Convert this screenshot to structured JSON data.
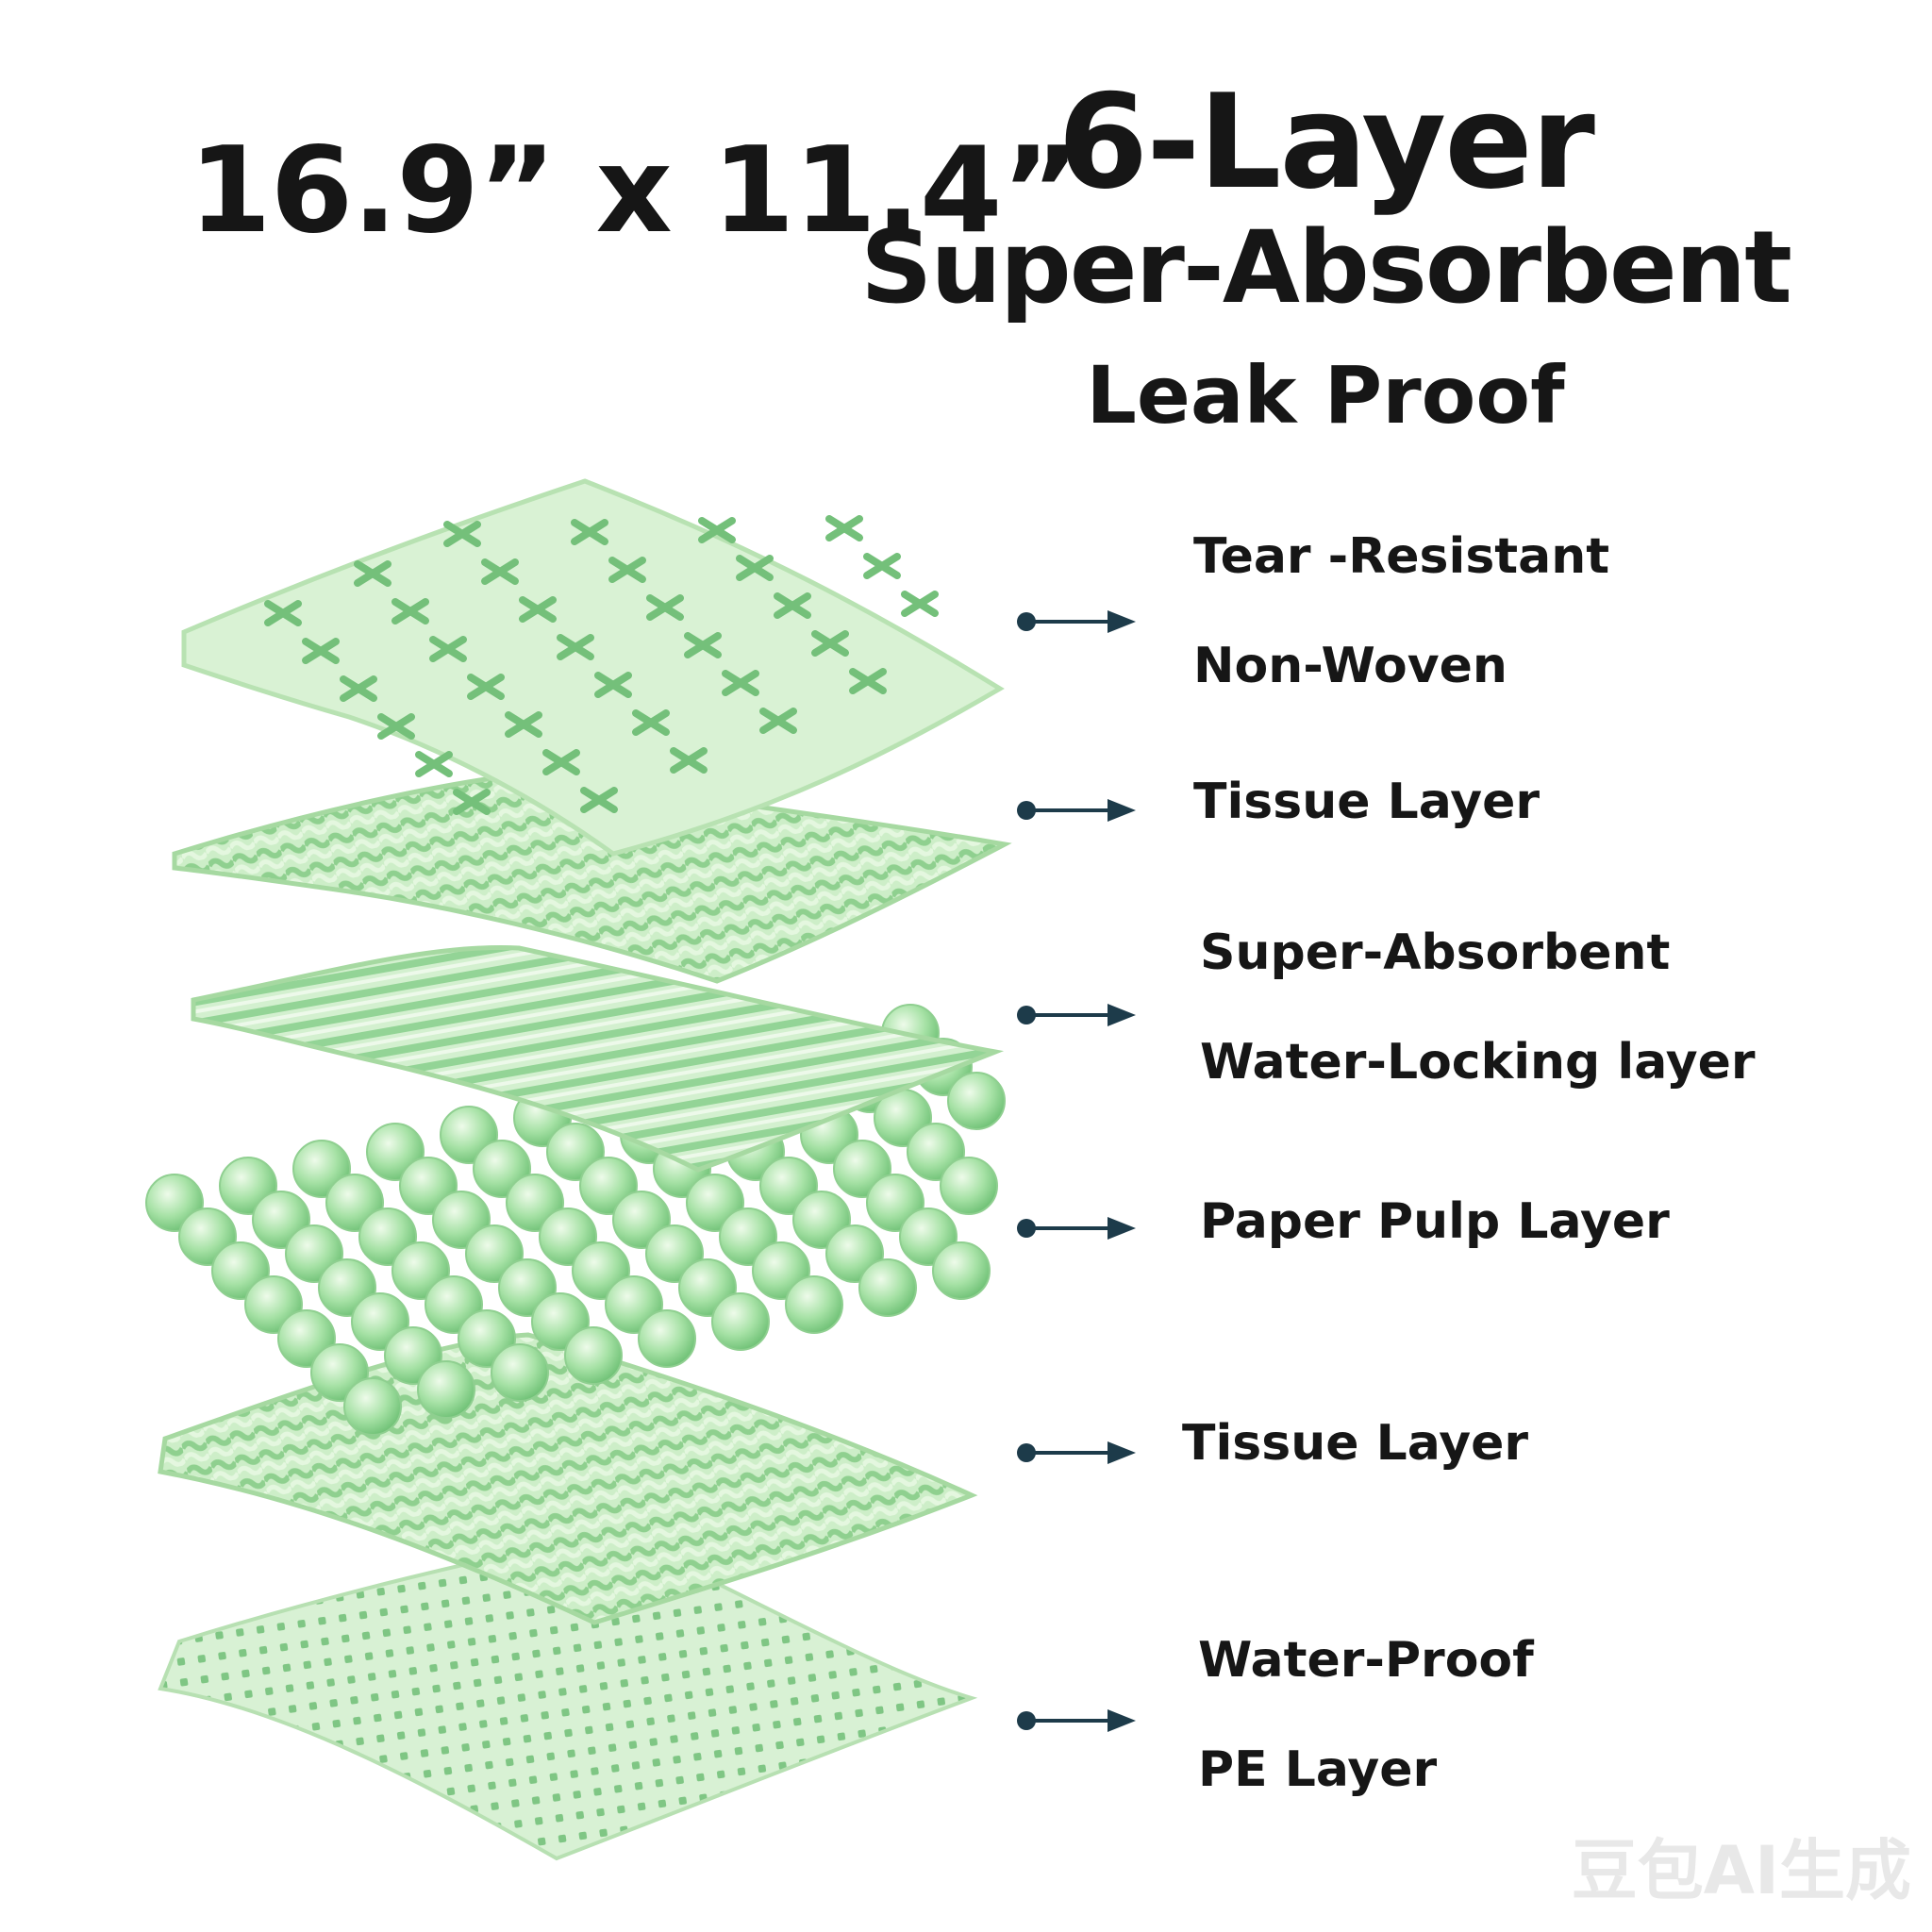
{
  "headline": {
    "size": "16.9” x 11.4”",
    "layer_count": "6-Layer",
    "absorbent": "Super-Absorbent",
    "leak": "Leak Proof"
  },
  "colors": {
    "layer_light": "#d8f1d4",
    "layer_mid": "#b5e3b0",
    "layer_dark": "#74c07a",
    "arrow": "#1d3b4a",
    "text": "#161616"
  },
  "layers": [
    {
      "name": "tear-resistant-non-woven",
      "line1": "Tear -Resistant",
      "line2": "Non-Woven"
    },
    {
      "name": "tissue-layer-top",
      "line1": "Tissue Layer",
      "line2": ""
    },
    {
      "name": "super-absorbent-water-locking",
      "line1": "Super-Absorbent",
      "line2": "Water-Locking layer"
    },
    {
      "name": "paper-pulp-layer",
      "line1": "Paper Pulp Layer",
      "line2": ""
    },
    {
      "name": "tissue-layer-bottom",
      "line1": "Tissue Layer",
      "line2": ""
    },
    {
      "name": "water-proof-pe-layer",
      "line1": "Water-Proof",
      "line2": "PE Layer"
    }
  ],
  "watermark": "豆包AI生成"
}
